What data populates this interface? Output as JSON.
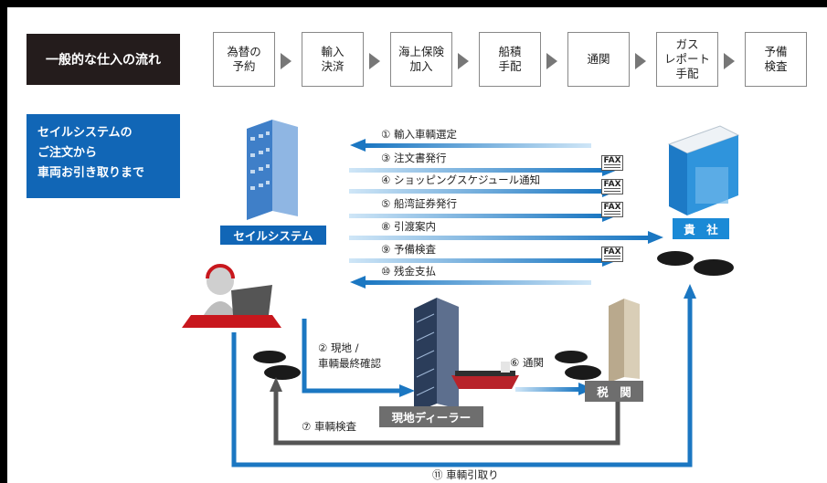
{
  "flow": {
    "title": "一般的な仕入の流れ",
    "steps": [
      "為替の\n予約",
      "輸入\n決済",
      "海上保険\n加入",
      "船積\n手配",
      "通関",
      "ガス\nレポート\n手配",
      "予備\n検査"
    ]
  },
  "sail_flow": {
    "title": "セイルシステムの\nご注文から\n車両お引き取りまで"
  },
  "parties": {
    "sail_system": "セイルシステム",
    "client": "貴　社",
    "local_dealer": "現地ディーラー",
    "customs": "税　関"
  },
  "fax_label": "FAX",
  "messages": [
    "① 輸入車輌選定",
    "③ 注文書発行",
    "④ ショッピングスケジュール通知",
    "⑤ 船湾証券発行",
    "⑧ 引渡案内",
    "⑨ 予備検査",
    "⑩ 残金支払"
  ],
  "bottom_flows": {
    "local_check": "② 現地 /\n車輌最終確認",
    "customs_clear": "⑥ 通関",
    "vehicle_inspection": "⑦ 車輌検査",
    "vehicle_pickup": "⑪ 車輌引取り"
  },
  "colors": {
    "blue": "#1166b6",
    "dark": "#241c1c",
    "gray": "#6e6e6e",
    "arrow_gray": "#555"
  }
}
